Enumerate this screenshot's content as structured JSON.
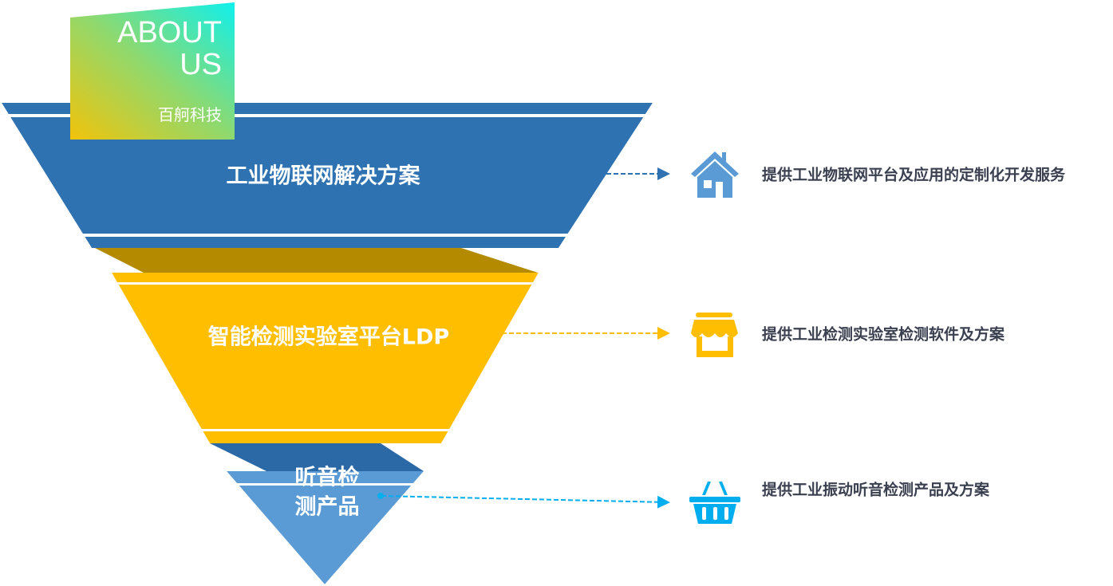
{
  "badge": {
    "line1": "ABOUT",
    "line2": "US",
    "company": "百舸科技"
  },
  "funnel": [
    {
      "label": "工业物联网解决方案",
      "desc": "提供工业物联网平台及应用的定制化开发服务",
      "icon": "house-icon",
      "color": "#2e72b2"
    },
    {
      "label": "智能检测实验室平台LDP",
      "desc": "提供工业检测实验室检测软件及方案",
      "icon": "storefront-icon",
      "color": "#ffbf00"
    },
    {
      "label_line1": "听音检",
      "label_line2": "测产品",
      "desc": "提供工业振动听音检测产品及方案",
      "icon": "basket-icon",
      "color": "#5b9bd5"
    }
  ],
  "colors": {
    "arrow1": "#2e72b2",
    "arrow2": "#ffbf00",
    "arrow3": "#00aeef",
    "text": "#3a4050"
  }
}
